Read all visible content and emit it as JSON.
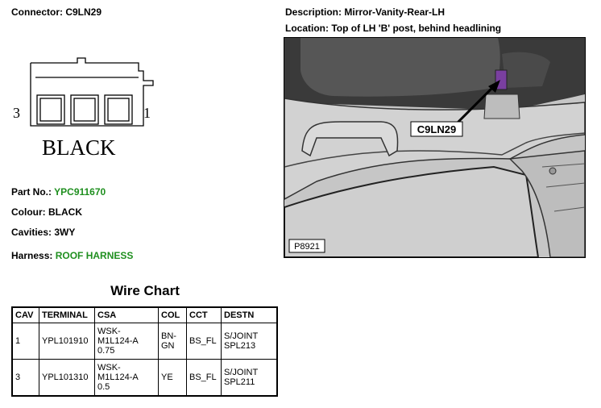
{
  "connector": {
    "label": "Connector:",
    "value": "C9LN29"
  },
  "description": {
    "label": "Description:",
    "value": "Mirror-Vanity-Rear-LH"
  },
  "location": {
    "label": "Location:",
    "value": "Top of LH 'B' post, behind headlining"
  },
  "drawing": {
    "pin_left": "3",
    "pin_right": "1",
    "color_text": "BLACK"
  },
  "photo": {
    "callout": "C9LN29",
    "ref": "P8921"
  },
  "part_no": {
    "label": "Part No.:",
    "value": "YPC911670"
  },
  "colour": {
    "label": "Colour:",
    "value": "BLACK"
  },
  "cavities": {
    "label": "Cavities:",
    "value": "3WY"
  },
  "harness": {
    "label": "Harness:",
    "value": "ROOF HARNESS"
  },
  "wire_chart": {
    "title": "Wire Chart",
    "headers": [
      "CAV",
      "TERMINAL",
      "CSA",
      "COL",
      "CCT",
      "DESTN"
    ],
    "rows": [
      {
        "cav": "1",
        "terminal": "YPL101910",
        "csa": [
          "WSK-",
          "M1L124-A",
          "0.75"
        ],
        "col": [
          "BN-",
          "GN"
        ],
        "cct": "BS_FL",
        "destn": [
          "S/JOINT",
          "SPL213"
        ]
      },
      {
        "cav": "3",
        "terminal": "YPL101310",
        "csa": [
          "WSK-",
          "M1L124-A",
          "0.5"
        ],
        "col": [
          "YE"
        ],
        "cct": "BS_FL",
        "destn": [
          "S/JOINT",
          "SPL211"
        ]
      }
    ]
  },
  "colors": {
    "accent_green": "#1f8f1f",
    "callout_purple": "#7a3fa0"
  }
}
